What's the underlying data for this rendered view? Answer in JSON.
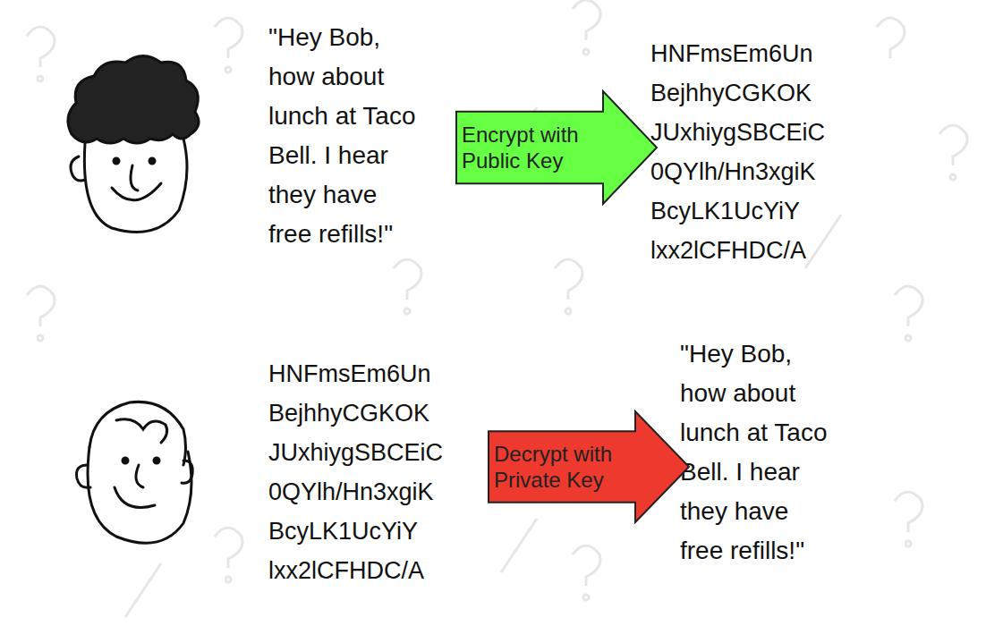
{
  "diagram": {
    "nodes": [
      {
        "text": [
          "Encrypt with Public Key"
        ]
      },
      {
        "text": [
          "Decrypt with Private Key"
        ]
      }
    ],
    "labels": [
      "\"Hey Bob, how about lunch at Taco Bell. I hear they have free refills!\"",
      "HNFmsEm6Un BejhhyCGKOK JUxhiygSBCEiC 0QYlh/Hn3xgiK BcyLK1UcYiY lxx2lCFHDC/A",
      "HNFmsEm6Un BejhhyCGKOK JUxhiygSBCEiC 0QYlh/Hn3xgiK BcyLK1UcYiY lxx2lCFHDC/A",
      "\"Hey Bob, how about lunch at Taco Bell. I hear they have free refills!\""
    ]
  }
}
